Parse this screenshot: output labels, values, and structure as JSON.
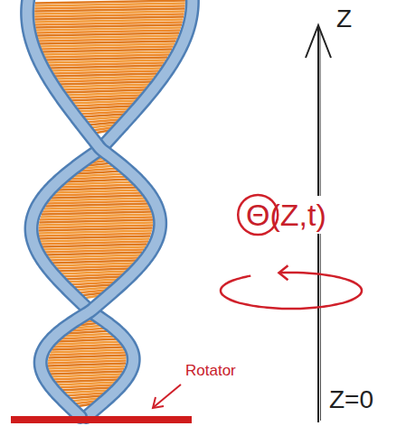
{
  "diagram": {
    "labels": [
      "Z",
      "Θ(Z,t)",
      "Rotator",
      "Z=0"
    ]
  }
}
